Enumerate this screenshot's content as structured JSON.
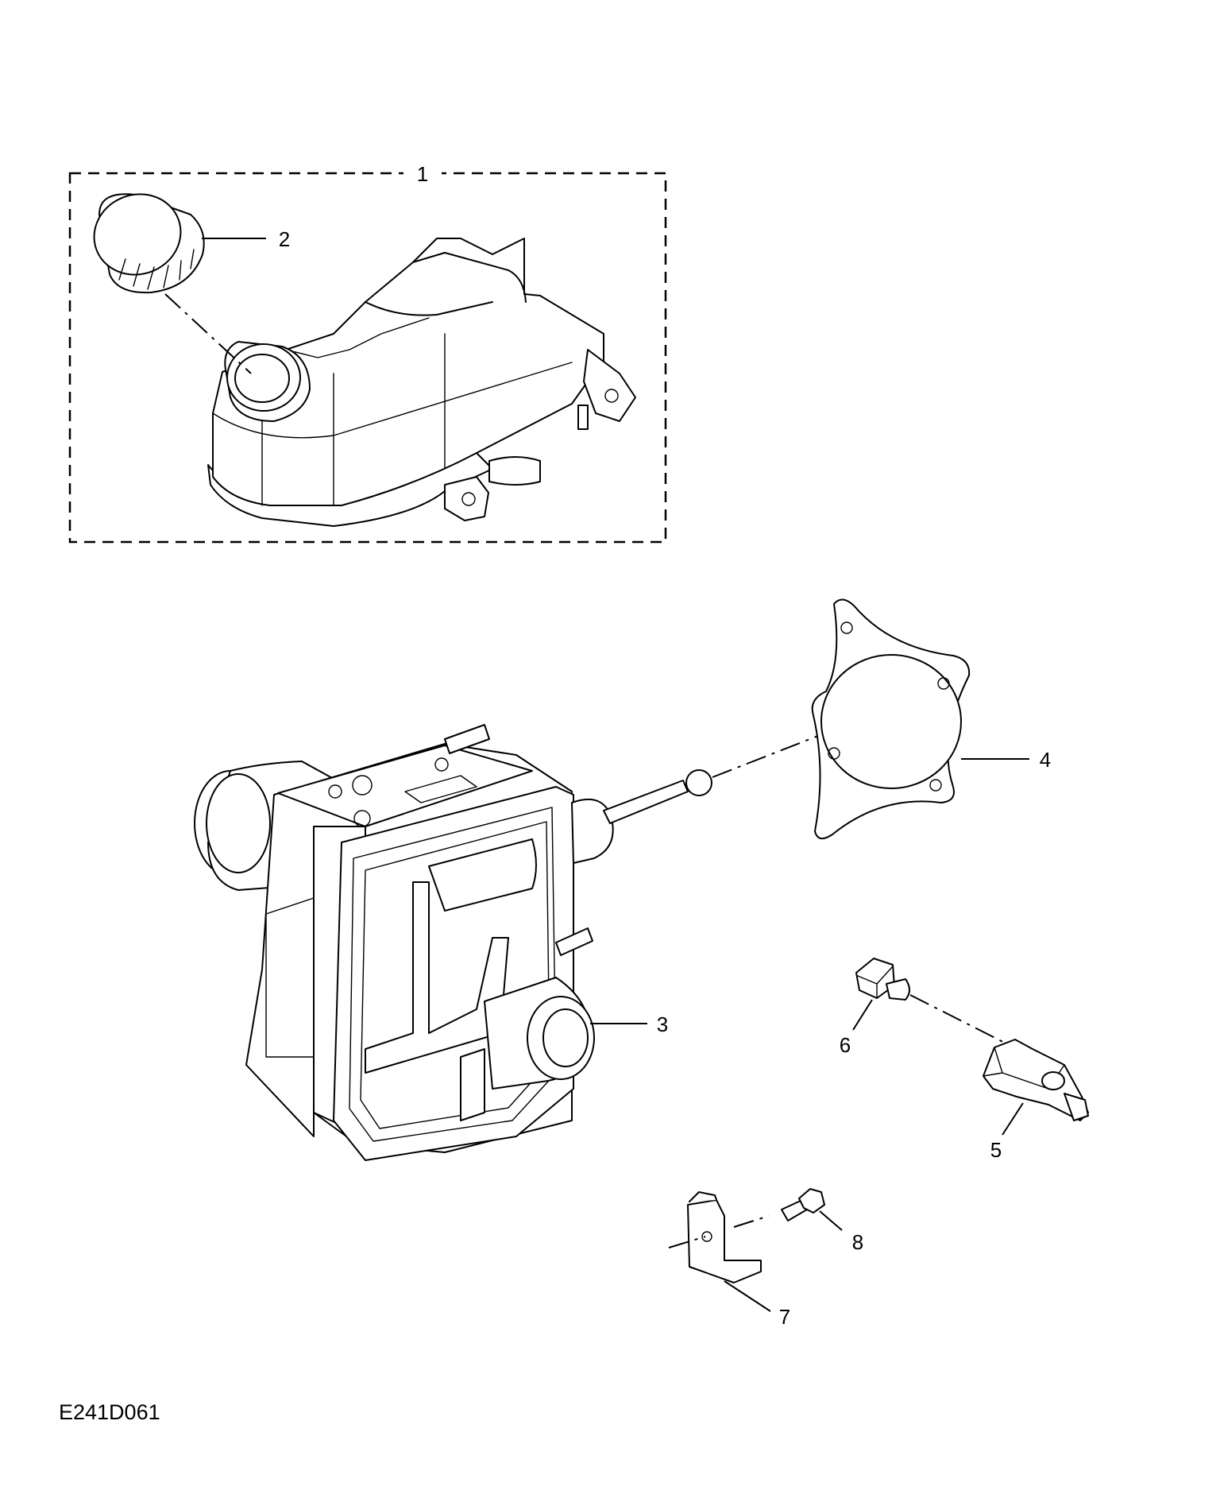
{
  "diagram": {
    "reference_code": "E241D061",
    "callouts": [
      {
        "id": "1",
        "label": "1"
      },
      {
        "id": "2",
        "label": "2"
      },
      {
        "id": "3",
        "label": "3"
      },
      {
        "id": "4",
        "label": "4"
      },
      {
        "id": "5",
        "label": "5"
      },
      {
        "id": "6",
        "label": "6"
      },
      {
        "id": "7",
        "label": "7"
      },
      {
        "id": "8",
        "label": "8"
      }
    ]
  }
}
